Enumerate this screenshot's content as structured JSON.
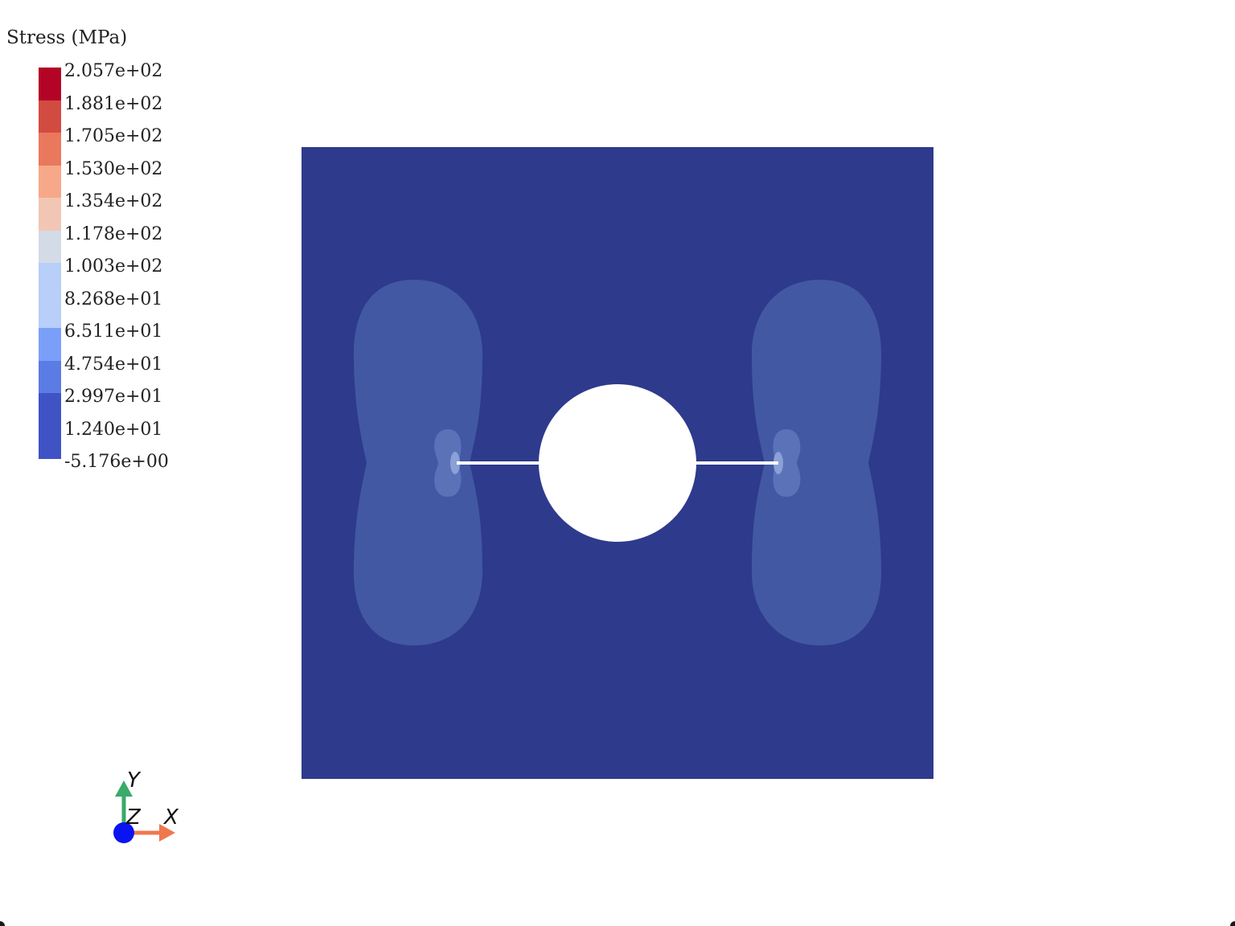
{
  "legend": {
    "title": "Stress (MPa)",
    "labels": [
      "2.057e+02",
      "1.881e+02",
      "1.705e+02",
      "1.530e+02",
      "1.354e+02",
      "1.178e+02",
      "1.003e+02",
      "8.268e+01",
      "6.511e+01",
      "4.754e+01",
      "2.997e+01",
      "1.240e+01",
      "-5.176e+00"
    ],
    "colors": [
      "#b40426",
      "#d24b40",
      "#e9785d",
      "#f7a889",
      "#f2c6b4",
      "#d3dbe7",
      "#b7cff9",
      "#b7cff9",
      "#7b9ff9",
      "#5b7ce4",
      "#3f53c4",
      "#3f53c4"
    ]
  },
  "plot": {
    "plate_color": "#2e3a8c",
    "lobe_color": "#4258a3",
    "tip_color_outer": "#5a72b8",
    "tip_color_inner": "#8aa0d6",
    "hole_color": "#ffffff",
    "crack_color": "#ffffff"
  },
  "triad": {
    "x_label": "X",
    "y_label": "Y",
    "z_label": "Z",
    "x_color": "#f07850",
    "y_color": "#3aaa6a",
    "z_color": "#0a14f0"
  }
}
